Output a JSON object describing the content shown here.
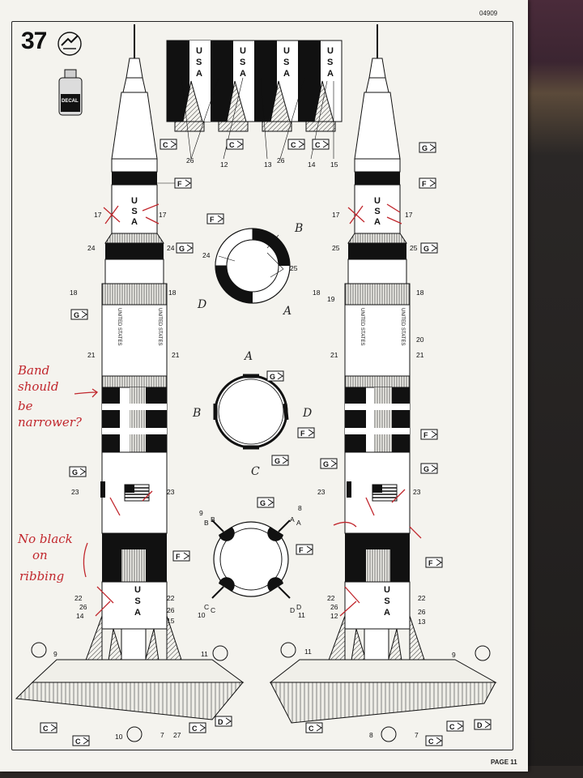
{
  "page": {
    "step_number": "37",
    "catalog_number": "04909",
    "page_label": "PAGE 11",
    "decal_label": "DECAL"
  },
  "rocket_markings": {
    "usa_letters": [
      "U",
      "S",
      "A"
    ],
    "united_states": "UNITED STATES"
  },
  "decal_sheet": {
    "decals": [
      {
        "letters": [
          "U",
          "S",
          "A"
        ]
      },
      {
        "letters": [
          "U",
          "S",
          "A"
        ]
      },
      {
        "letters": [
          "U",
          "S",
          "A"
        ]
      },
      {
        "letters": [
          "U",
          "S",
          "A"
        ]
      }
    ],
    "flag_codes": [
      "C",
      "C",
      "C",
      "C"
    ],
    "part_numbers": [
      "26",
      "12",
      "13",
      "26",
      "14",
      "15"
    ]
  },
  "left_callouts": {
    "upper_flags": [
      "F",
      "G"
    ],
    "mid_flags": [
      "G",
      "G"
    ],
    "lower_flags": [
      "F"
    ],
    "base_flags": [
      "C",
      "C",
      "C",
      "D"
    ],
    "numbers": [
      "17",
      "17",
      "24",
      "24",
      "18",
      "18",
      "21",
      "21",
      "23",
      "23",
      "22",
      "22",
      "26",
      "26",
      "14",
      "15",
      "9",
      "11",
      "10",
      "7",
      "27"
    ]
  },
  "right_callouts": {
    "upper_flags": [
      "G",
      "F",
      "G"
    ],
    "mid_flags": [
      "F",
      "G",
      "G"
    ],
    "lower_flags": [
      "F"
    ],
    "base_flags": [
      "C",
      "C",
      "D",
      "C"
    ],
    "numbers": [
      "17",
      "17",
      "25",
      "25",
      "18",
      "18",
      "19",
      "20",
      "21",
      "21",
      "23",
      "23",
      "22",
      "22",
      "26",
      "26",
      "12",
      "13",
      "11",
      "9",
      "8",
      "7"
    ]
  },
  "center_diagrams": {
    "ring_top": {
      "flags": [
        "F"
      ],
      "numbers": [
        "24",
        "25"
      ],
      "pen_letters": [
        "B",
        "D",
        "A"
      ]
    },
    "ring_mid": {
      "flags": [
        "G",
        "F",
        "G"
      ],
      "pen_letters": [
        "A",
        "B",
        "D",
        "C"
      ]
    },
    "ring_bottom": {
      "flags": [
        "G",
        "F"
      ],
      "numbers": [
        "9",
        "8",
        "10",
        "11"
      ],
      "letters": [
        "B",
        "B",
        "A",
        "A",
        "C",
        "C",
        "D",
        "D"
      ]
    }
  },
  "annotations": {
    "band_note": [
      "Band",
      "should",
      "be",
      "narrower?"
    ],
    "ribbing_note": [
      "No black",
      "on",
      "ribbing"
    ]
  },
  "colors": {
    "ink": "#111111",
    "paper": "#f4f3ee",
    "marker_red": "#c1272d"
  }
}
